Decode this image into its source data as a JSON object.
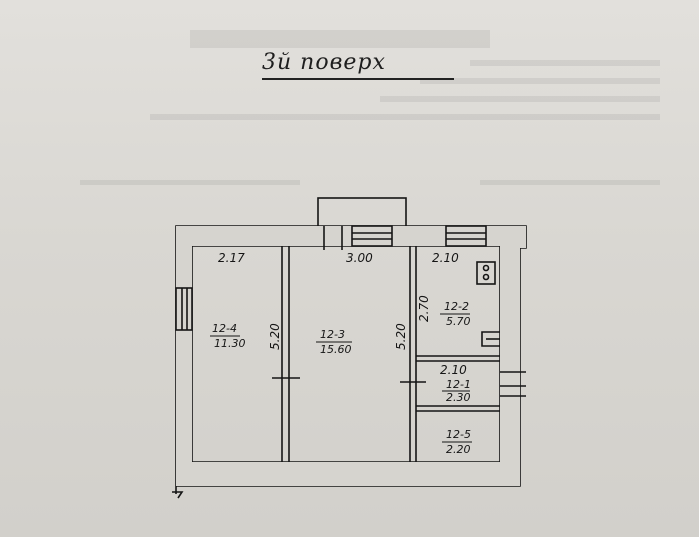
{
  "title": "3й поверх",
  "rooms": [
    {
      "id": "12-4",
      "area": "11.30"
    },
    {
      "id": "12-3",
      "area": "15.60"
    },
    {
      "id": "12-2",
      "area": "5.70"
    },
    {
      "id": "12-1",
      "area": "2.30"
    },
    {
      "id": "12-5",
      "area": "2.20"
    }
  ],
  "dimensions": {
    "top_left": "2.17",
    "top_middle": "3.00",
    "top_right": "2.10",
    "left_room_height": "5.20",
    "middle_room_height": "5.20",
    "kitchen_height": "2.70",
    "corridor_width": "2.10"
  },
  "colors": {
    "paper": "#dcdad6",
    "ink": "#151515",
    "wall_fill": "#d6d4cf"
  }
}
